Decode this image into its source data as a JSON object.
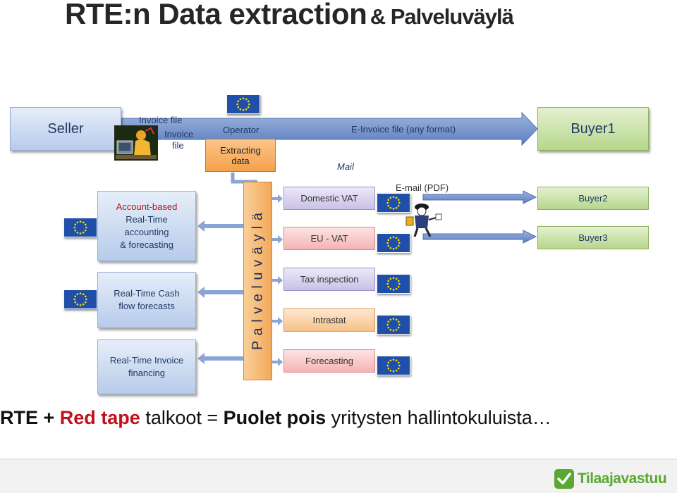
{
  "title": {
    "main": "RTE:n Data extraction",
    "suffix": "& Palveluväylä"
  },
  "seller": {
    "label": "Seller"
  },
  "invoice": {
    "label1": "Invoice file",
    "label2_line1": "Invoice",
    "label2_line2": "file"
  },
  "operator": {
    "label": "Operator",
    "extract_line1": "Extracting",
    "extract_line2": "data"
  },
  "einvoice_label": "E-Invoice file (any format)",
  "mail_label": "Mail",
  "email_label": "E-mail (PDF)",
  "buyers": {
    "buyer1": "Buyer1",
    "buyer2": "Buyer2",
    "buyer3": "Buyer3"
  },
  "left_boxes": {
    "account_line1": "Account-based",
    "account_line2": "Real-Time",
    "account_line3": "accounting",
    "account_line4": "& forecasting",
    "cash_line1": "Real-Time Cash",
    "cash_line2": "flow forecasts",
    "financing_line1": "Real-Time Invoice",
    "financing_line2": "financing"
  },
  "bus_label": "P a l v e l u v ä y l ä",
  "services": {
    "domestic_vat": "Domestic VAT",
    "eu_vat": "EU - VAT",
    "tax_inspection": "Tax inspection",
    "intrastat": "Intrastat",
    "forecasting": "Forecasting"
  },
  "bottom": {
    "p1": "RTE + ",
    "p2": "Red tape",
    "p3": " talkoot = ",
    "p4": "Puolet pois",
    "p5": " yritysten hallintokuluista…"
  },
  "logo": {
    "text": "Tilaajavastuu"
  },
  "colors": {
    "accent_red": "#c0111b",
    "eu_blue": "#1f4fa8",
    "eu_star": "#ffdd00",
    "arrow_blue": "#6f8fc4",
    "logo_green": "#5aa832"
  },
  "icons": [
    "eu-flag-icon",
    "person-at-computer-icon",
    "mail-carrier-icon",
    "logo-check-icon"
  ]
}
